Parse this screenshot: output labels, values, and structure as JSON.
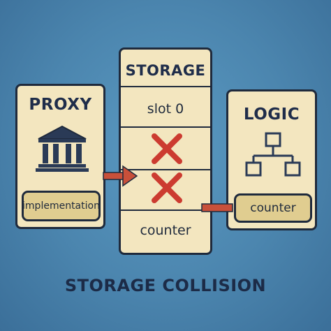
{
  "proxy": {
    "title": "PROXY",
    "field": "implementation"
  },
  "storage": {
    "title": "STORAGE",
    "slots": [
      "slot 0",
      "counter"
    ]
  },
  "logic": {
    "title": "LOGIC",
    "field": "counter"
  },
  "caption": "STORAGE COLLISION",
  "colors": {
    "background": "#4b85ae",
    "card": "#f3e6bf",
    "pill": "#e0cd90",
    "arrow": "#c8503a",
    "cross": "#cc3b30",
    "outline": "#1f2a3c"
  },
  "icons": [
    "bank-icon",
    "hierarchy-icon",
    "cross-mark-icon"
  ]
}
